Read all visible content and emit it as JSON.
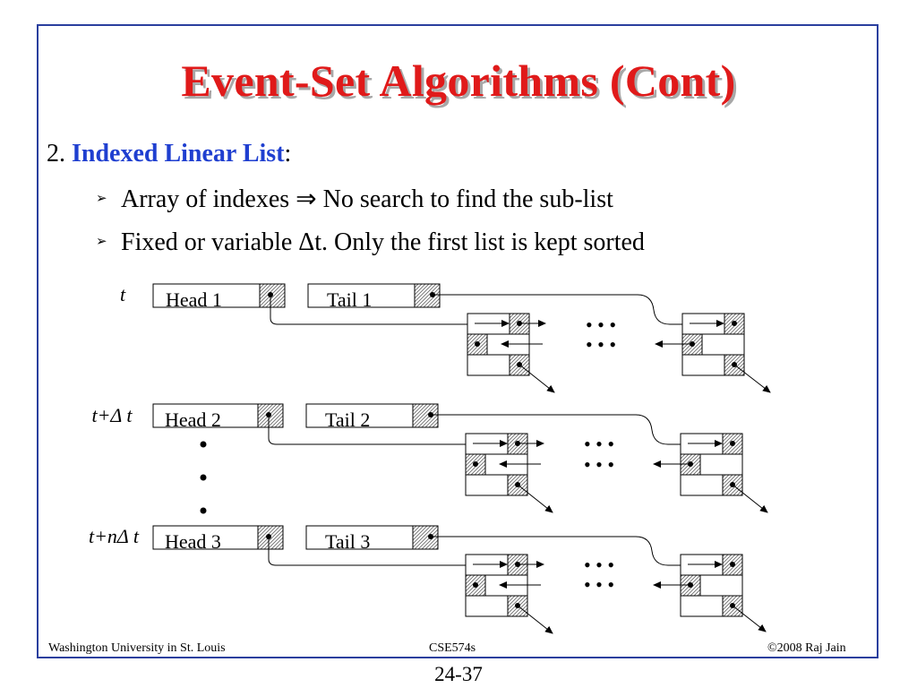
{
  "title": "Event-Set Algorithms (Cont)",
  "heading": {
    "number": "2.",
    "highlight": "Indexed Linear List",
    "suffix": ":"
  },
  "bullets": [
    {
      "marker": "➢",
      "text": "Array of indexes ⇒ No search to find the sub-list"
    },
    {
      "marker": "➢",
      "text": "Fixed or variable Δt. Only the first list is kept sorted"
    }
  ],
  "diagram": {
    "rows": [
      {
        "time_label": "t",
        "head": "Head 1",
        "tail": "Tail 1"
      },
      {
        "time_label": "t+Δ t",
        "head": "Head 2",
        "tail": "Tail 2"
      },
      {
        "time_label": "t+nΔ t",
        "head": "Head 3",
        "tail": "Tail 3"
      }
    ],
    "ellipsis": "• • •"
  },
  "footer": {
    "left": "Washington University in St. Louis",
    "center": "CSE574s",
    "right": "©2008 Raj Jain"
  },
  "page_number": "24-37",
  "colors": {
    "title": "#e01a1a",
    "highlight": "#1f3fd0",
    "frame": "#2a3f9e"
  }
}
